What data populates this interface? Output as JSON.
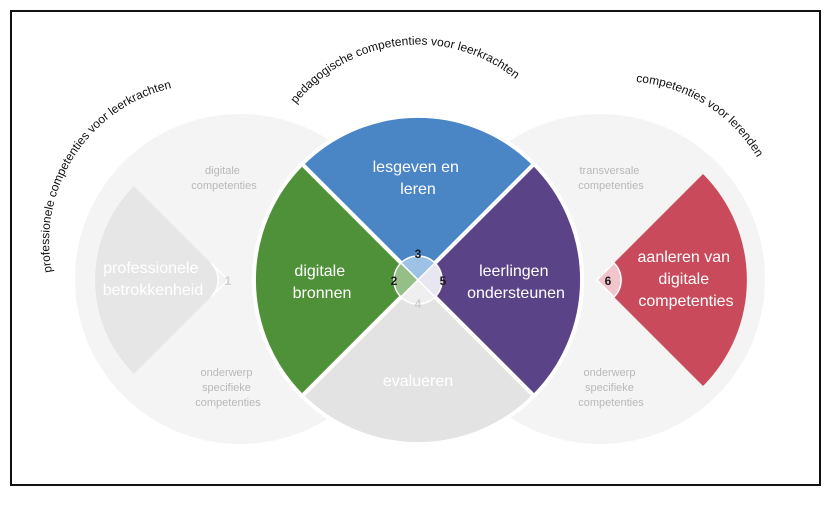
{
  "arc_labels": {
    "professional": "professionele competenties voor leerkrachten",
    "pedagogical": "pedagogische competenties voor leerkrachten",
    "learners": "competenties voor lerenden"
  },
  "segments": {
    "s1": {
      "number": "1",
      "title_lines": [
        "professionele",
        "betrokkenheid"
      ],
      "color": "#e6e6e6"
    },
    "s2": {
      "number": "2",
      "title_lines": [
        "digitale",
        "bronnen"
      ],
      "color": "#4e9138"
    },
    "s3": {
      "number": "3",
      "title_lines": [
        "lesgeven en",
        "leren"
      ],
      "color": "#4a86c5"
    },
    "s4": {
      "number": "4",
      "title_lines": [
        "evalueren"
      ],
      "color": "#e3e3e3"
    },
    "s5": {
      "number": "5",
      "title_lines": [
        "leerlingen",
        "ondersteunen"
      ],
      "color": "#5a4487"
    },
    "s6": {
      "number": "6",
      "title_lines": [
        "aanleren van",
        "digitale",
        "competenties"
      ],
      "color": "#c94a5a"
    }
  },
  "side_labels": {
    "left_top": [
      "digitale",
      "competenties"
    ],
    "left_bottom": [
      "onderwerp",
      "specifieke",
      "competenties"
    ],
    "right_top": [
      "transversale",
      "competenties"
    ],
    "right_bottom": [
      "onderwerp",
      "specifieke",
      "competenties"
    ]
  }
}
